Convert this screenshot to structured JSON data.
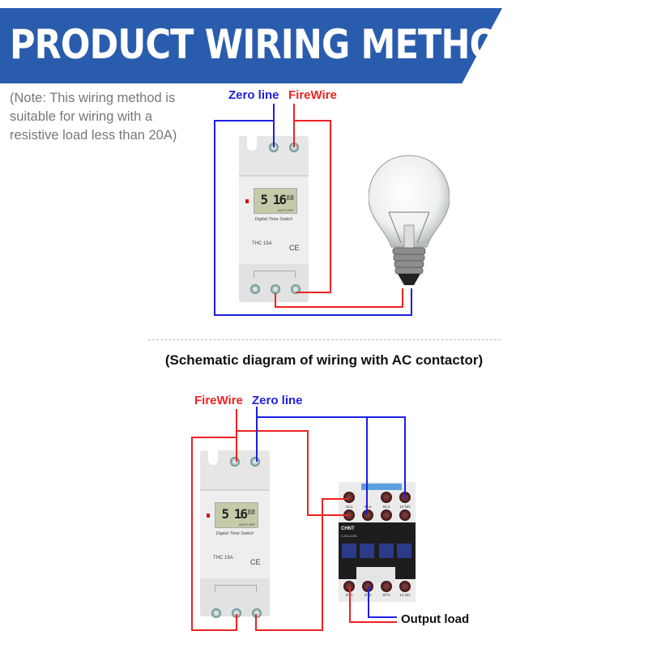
{
  "title": "PRODUCT WIRING METHOD",
  "note": "(Note: This wiring method is suitable for wiring with a resistive load less than 20A)",
  "labels": {
    "zero_line": "Zero line",
    "fire_wire": "FireWire",
    "output_load": "Output load"
  },
  "subtitle": "(Schematic diagram of wiring with AC contactor)",
  "device": {
    "display_digits": "5 16",
    "display_small": "88",
    "display_mode": "AUTO OFF",
    "name": "Digital Time Switch",
    "model": "THC 15A",
    "ce": "CE"
  },
  "contactor": {
    "brand": "CHNT",
    "model": "CJX2-1201",
    "top_terminals": [
      "1/L1",
      "3/L2",
      "5/L3",
      "13 NO"
    ],
    "bottom_terminals": [
      "2/T1",
      "4/T2",
      "6/T3",
      "14 NO"
    ]
  },
  "colors": {
    "banner": "#2a5cae",
    "zero_line": "#1f1fe0",
    "fire_wire": "#ee2222"
  }
}
